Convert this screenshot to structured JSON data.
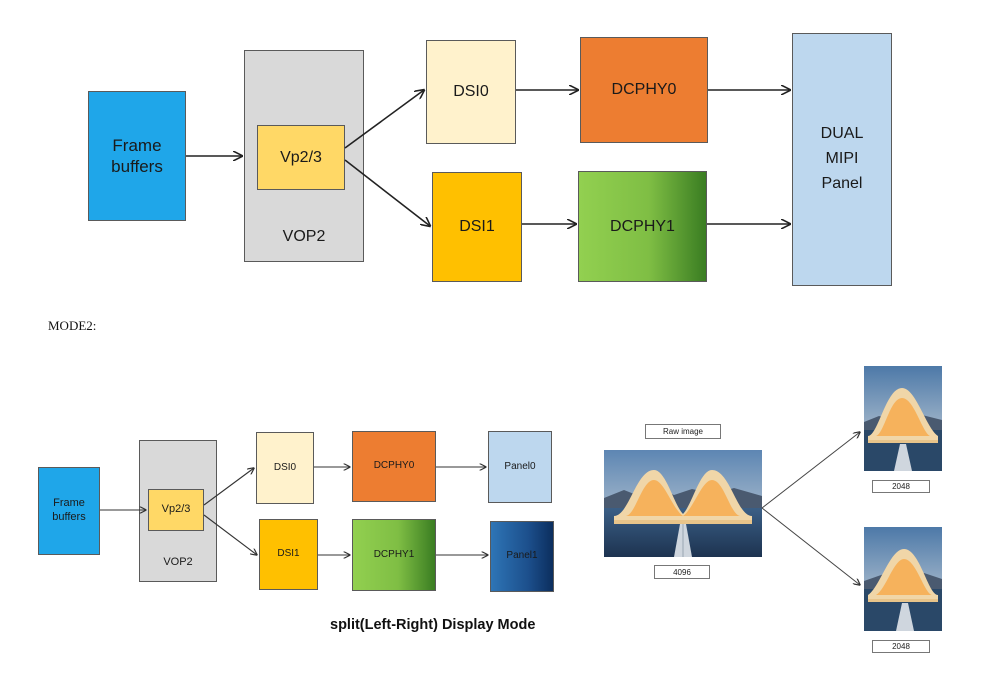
{
  "diagram1": {
    "frame_buffers": "Frame\nbuffers",
    "vop2": "VOP2",
    "vp": "Vp2/3",
    "dsi0": "DSI0",
    "dsi1": "DSI1",
    "dcphy0": "DCPHY0",
    "dcphy1": "DCPHY1",
    "panel": "DUAL\nMIPI\nPanel"
  },
  "mode_label": "MODE2:",
  "diagram2": {
    "frame_buffers": "Frame\nbuffers",
    "vop2": "VOP2",
    "vp": "Vp2/3",
    "dsi0": "DSI0",
    "dsi1": "DSI1",
    "dcphy0": "DCPHY0",
    "dcphy1": "DCPHY1",
    "panel0": "Panel0",
    "panel1": "Panel1",
    "caption": "split(Left-Right) Display Mode"
  },
  "split_illustration": {
    "raw_label": "Raw image",
    "raw_width": "4096",
    "left_width": "2048",
    "right_width": "2048"
  },
  "colors": {
    "frame_buffers": "#1fa6e9",
    "vop2": "#d9d9d9",
    "vp": "#ffd866",
    "dsi0": "#fff2cc",
    "dsi1": "#ffc000",
    "dcphy0": "#ed7d31",
    "dcphy1_start": "#92d050",
    "dcphy1_end": "#3a7d22",
    "panel": "#bdd7ee",
    "panel1_start": "#2e75b6",
    "panel1_end": "#0b2e5e"
  }
}
